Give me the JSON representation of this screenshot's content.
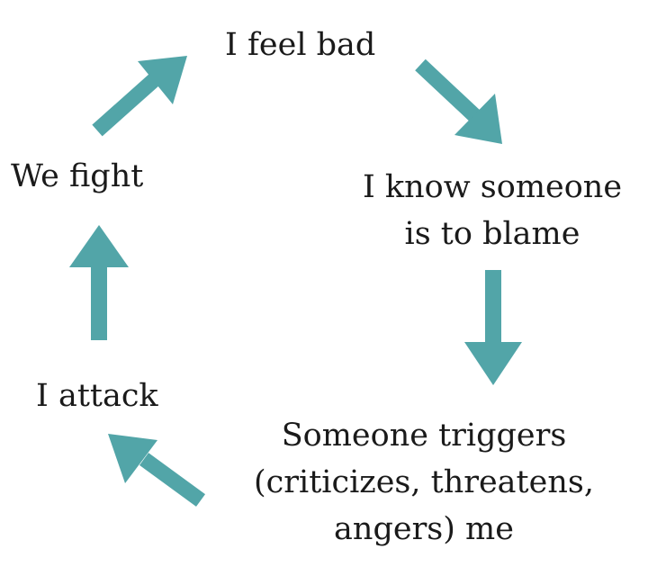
{
  "diagram": {
    "arrow_color": "#52A5A8",
    "nodes": {
      "feel_bad": {
        "lines": [
          "I feel bad"
        ]
      },
      "know_blame": {
        "lines": [
          "I know someone",
          "is to blame"
        ]
      },
      "triggers": {
        "lines": [
          "Someone triggers",
          "(criticizes, threatens,",
          "angers) me"
        ]
      },
      "attack": {
        "lines": [
          "I attack"
        ]
      },
      "fight": {
        "lines": [
          "We fight"
        ]
      }
    }
  }
}
